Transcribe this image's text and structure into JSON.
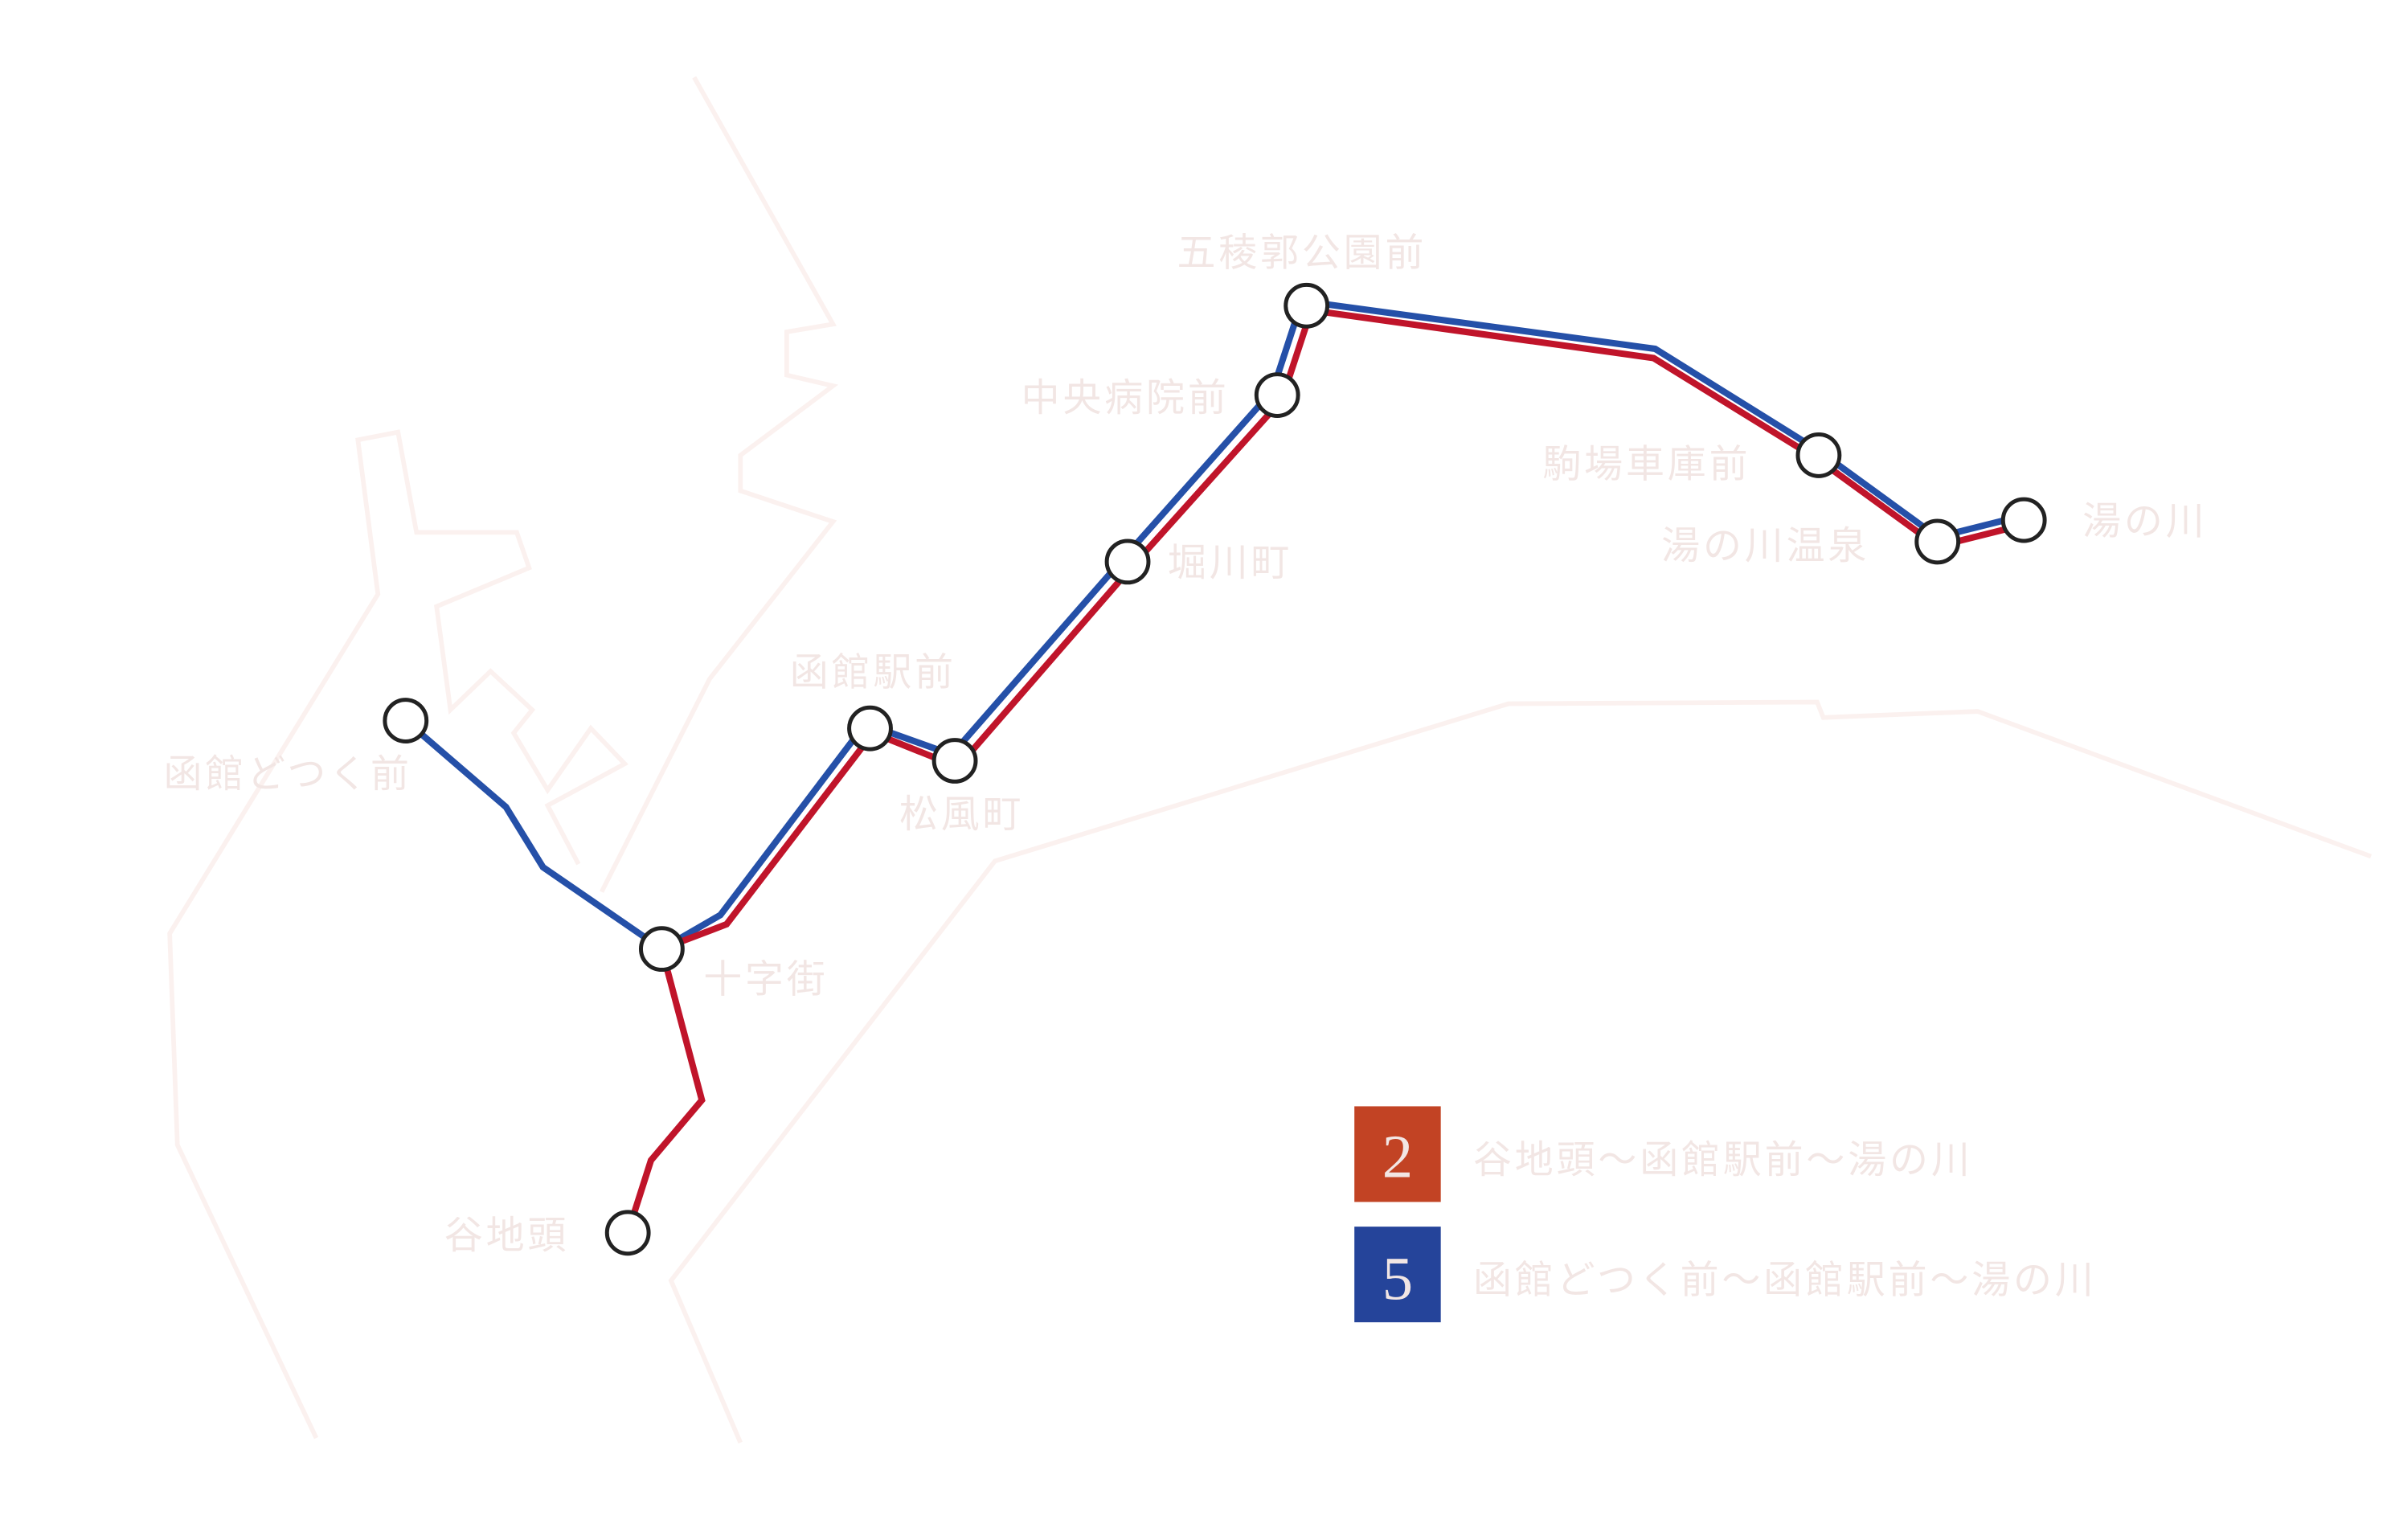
{
  "colors": {
    "line2": "#c0142a",
    "line5": "#2550a8",
    "badge2": "#c24324",
    "badge5": "#25449a",
    "label": "#f2e6e4"
  },
  "stations": {
    "dock": "函館どつく前",
    "juji": "十字街",
    "yachigashira": "谷地頭",
    "hakodate_eki": "函館駅前",
    "matsukaze": "松風町",
    "horikawa": "堀川町",
    "chuo_byoin": "中央病院前",
    "goryokaku": "五稜郭公園前",
    "komaba": "駒場車庫前",
    "yunokawa_onsen": "湯の川温泉",
    "yunokawa": "湯の川"
  },
  "legend": [
    {
      "number": "2",
      "route": "谷地頭～函館駅前～湯の川"
    },
    {
      "number": "5",
      "route": "函館どつく前～函館駅前～湯の川"
    }
  ]
}
